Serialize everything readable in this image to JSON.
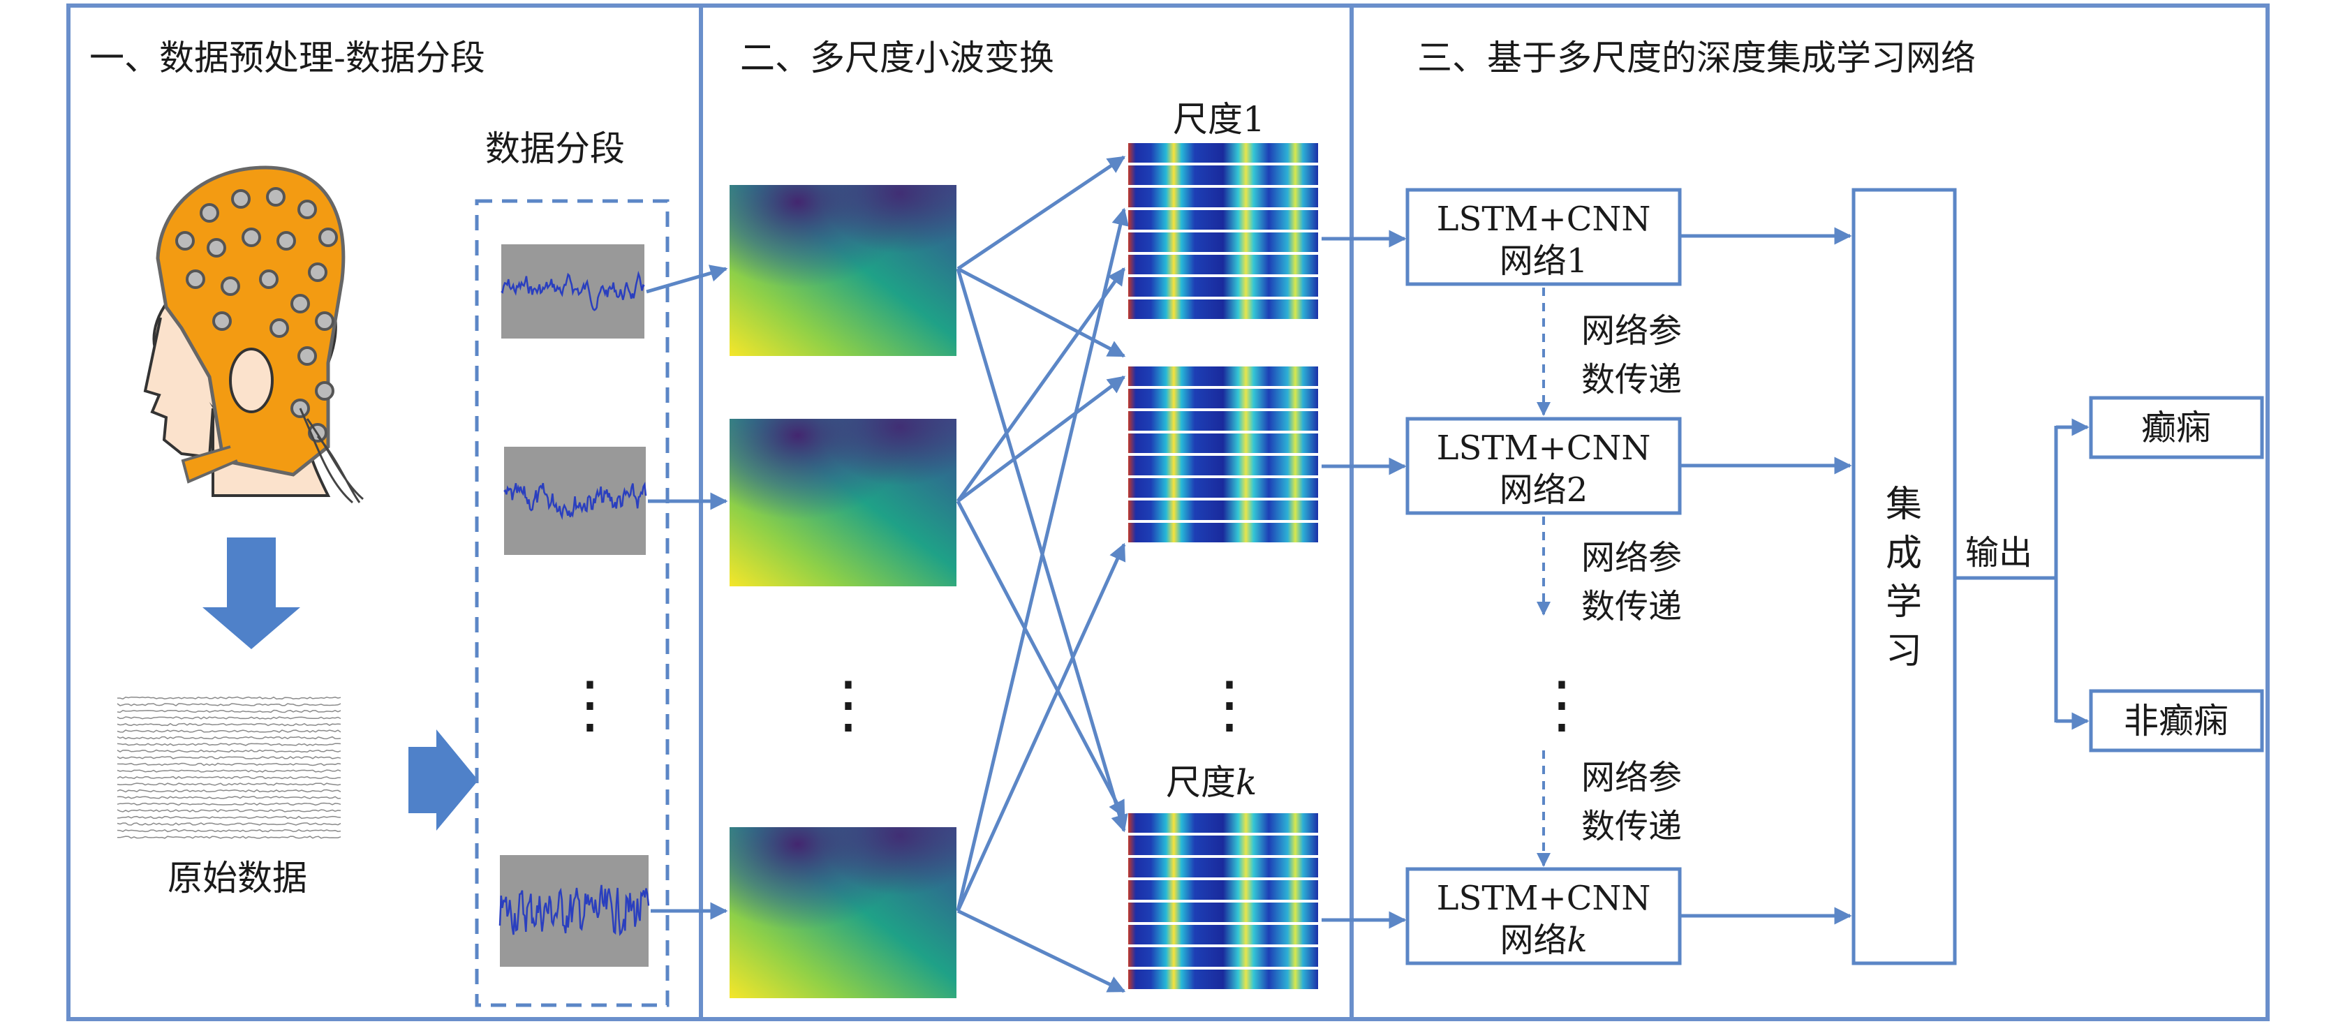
{
  "sections": {
    "s1_title": "一、数据预处理-数据分段",
    "s2_title": "二、多尺度小波变换",
    "s3_title": "三、基于多尺度的深度集成学习网络"
  },
  "labels": {
    "segmentation": "数据分段",
    "raw_data": "原始数据",
    "scale_1": "尺度1",
    "scale_k_prefix": "尺度",
    "scale_k_var": "k",
    "output": "输出",
    "param_pass_line1": "网络参",
    "param_pass_line2": "数传递",
    "ellipsis": "⋮"
  },
  "networks": [
    {
      "line1": "LSTM+CNN",
      "line2": "网络1"
    },
    {
      "line1": "LSTM+CNN",
      "line2": "网络2"
    },
    {
      "line1": "LSTM+CNN",
      "line2_prefix": "网络",
      "line2_var": "k"
    }
  ],
  "ensemble": [
    "集",
    "成",
    "学",
    "习"
  ],
  "outputs": [
    "癫痫",
    "非癫痫"
  ],
  "colors": {
    "frame": "#6a8fcb",
    "arrow": "#5b86c6",
    "signal_bg": "#999999",
    "signal": "#2a3fbf",
    "cap": "#f39b12"
  }
}
